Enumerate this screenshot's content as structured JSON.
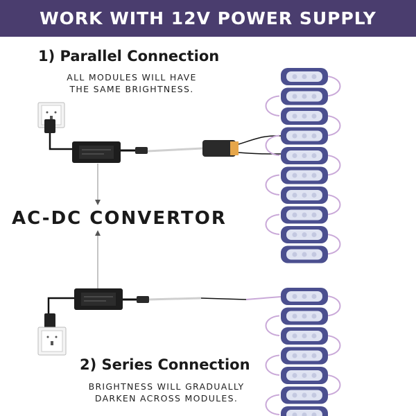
{
  "banner": {
    "title": "WORK WITH 12V POWER SUPPLY"
  },
  "parallel": {
    "heading": "1) Parallel Connection",
    "note_line1": "ALL MODULES WILL HAVE",
    "note_line2": "THE SAME BRIGHTNESS."
  },
  "convertor": {
    "label": "AC-DC CONVERTOR"
  },
  "series": {
    "heading": "2) Series Connection",
    "note_line1": "BRIGHTNESS WILL GRADUALLY",
    "note_line2": "DARKEN ACROSS MODULES."
  },
  "colors": {
    "banner": "#4a3d6e",
    "module_body": "#4b4f8f",
    "module_lens": "#dfe3f2",
    "wire": "#c9a8d8"
  },
  "icons": [
    "wall-socket-icon",
    "power-plug-icon",
    "power-adapter-icon",
    "dc-connector-icon",
    "led-module-icon",
    "arrow-icon"
  ]
}
